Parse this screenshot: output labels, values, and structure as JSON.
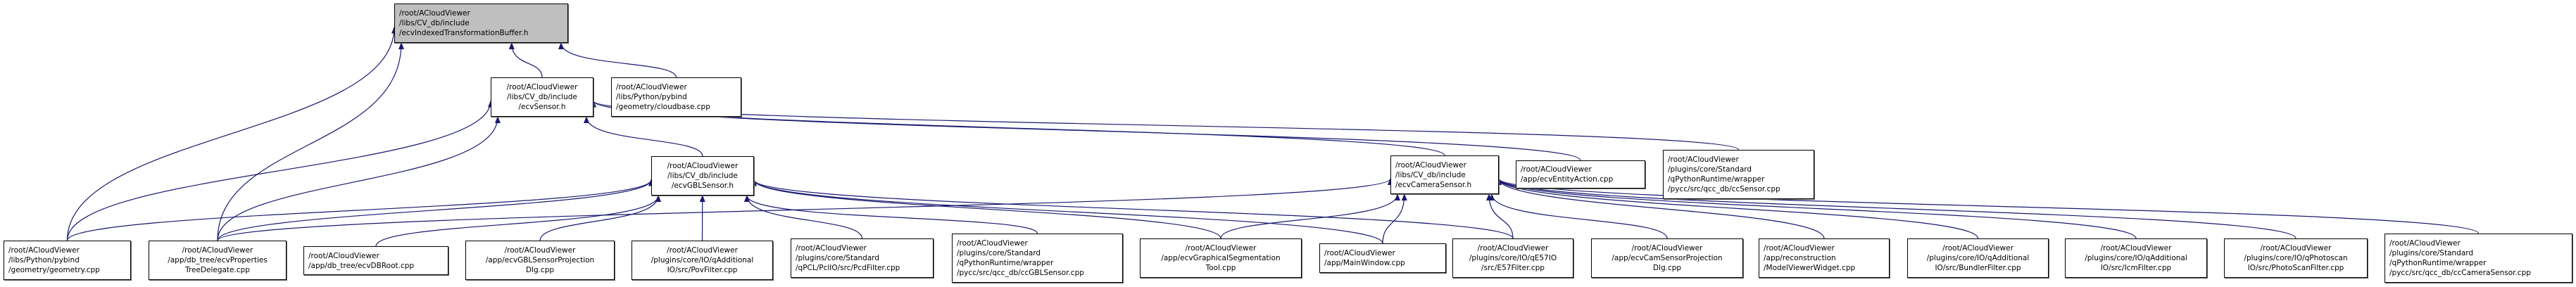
{
  "edge_color": "#191970",
  "root_fill": "#bfbfbf",
  "nodes": {
    "root": {
      "lines": [
        "/root/ACloudViewer",
        "/libs/CV_db/include",
        "/ecvIndexedTransformationBuffer.h"
      ],
      "highlight": true
    },
    "sensor": {
      "lines": [
        "/root/ACloudViewer",
        "/libs/CV_db/include",
        "/ecvSensor.h"
      ]
    },
    "cloudbase": {
      "lines": [
        "/root/ACloudViewer",
        "/libs/Python/pybind",
        "/geometry/cloudbase.cpp"
      ]
    },
    "gbl": {
      "lines": [
        "/root/ACloudViewer",
        "/libs/CV_db/include",
        "/ecvGBLSensor.h"
      ]
    },
    "camera": {
      "lines": [
        "/root/ACloudViewer",
        "/libs/CV_db/include",
        "/ecvCameraSensor.h"
      ]
    },
    "entityaction": {
      "lines": [
        "/root/ACloudViewer",
        "/app/ecvEntityAction.cpp"
      ]
    },
    "ccsensor": {
      "lines": [
        "/root/ACloudViewer",
        "/plugins/core/Standard",
        "/qPythonRuntime/wrapper",
        "/pycc/src/qcc_db/ccSensor.cpp"
      ]
    },
    "geometry": {
      "lines": [
        "/root/ACloudViewer",
        "/libs/Python/pybind",
        "/geometry/geometry.cpp"
      ]
    },
    "proptree": {
      "lines": [
        "/root/ACloudViewer",
        "/app/db_tree/ecvProperties",
        "TreeDelegate.cpp"
      ]
    },
    "dbroot": {
      "lines": [
        "/root/ACloudViewer",
        "/app/db_tree/ecvDBRoot.cpp"
      ]
    },
    "gblproj": {
      "lines": [
        "/root/ACloudViewer",
        "/app/ecvGBLSensorProjection",
        "Dlg.cpp"
      ]
    },
    "pov": {
      "lines": [
        "/root/ACloudViewer",
        "/plugins/core/IO/qAdditional",
        "IO/src/PovFilter.cpp"
      ]
    },
    "pcd": {
      "lines": [
        "/root/ACloudViewer",
        "/plugins/core/Standard",
        "/qPCL/PclIO/src/PcdFilter.cpp"
      ]
    },
    "ccgbl": {
      "lines": [
        "/root/ACloudViewer",
        "/plugins/core/Standard",
        "/qPythonRuntime/wrapper",
        "/pycc/src/qcc_db/ccGBLSensor.cpp"
      ]
    },
    "graphseg": {
      "lines": [
        "/root/ACloudViewer",
        "/app/ecvGraphicalSegmentation",
        "Tool.cpp"
      ]
    },
    "mainwindow": {
      "lines": [
        "/root/ACloudViewer",
        "/app/MainWindow.cpp"
      ]
    },
    "e57": {
      "lines": [
        "/root/ACloudViewer",
        "/plugins/core/IO/qE57IO",
        "/src/E57Filter.cpp"
      ]
    },
    "camproj": {
      "lines": [
        "/root/ACloudViewer",
        "/app/ecvCamSensorProjection",
        "Dlg.cpp"
      ]
    },
    "modelviewer": {
      "lines": [
        "/root/ACloudViewer",
        "/app/reconstruction",
        "/ModelViewerWidget.cpp"
      ]
    },
    "bundler": {
      "lines": [
        "/root/ACloudViewer",
        "/plugins/core/IO/qAdditional",
        "IO/src/BundlerFilter.cpp"
      ]
    },
    "icm": {
      "lines": [
        "/root/ACloudViewer",
        "/plugins/core/IO/qAdditional",
        "IO/src/IcmFilter.cpp"
      ]
    },
    "photoscan": {
      "lines": [
        "/root/ACloudViewer",
        "/plugins/core/IO/qPhotoscan",
        "IO/src/PhotoScanFilter.cpp"
      ]
    },
    "cccamera": {
      "lines": [
        "/root/ACloudViewer",
        "/plugins/core/Standard",
        "/qPythonRuntime/wrapper",
        "/pycc/src/qcc_db/ccCameraSensor.cpp"
      ]
    }
  },
  "edges": [
    [
      "sensor",
      "root"
    ],
    [
      "cloudbase",
      "root"
    ],
    [
      "geometry",
      "root"
    ],
    [
      "proptree",
      "root"
    ],
    [
      "gbl",
      "sensor"
    ],
    [
      "camera",
      "sensor"
    ],
    [
      "entityaction",
      "sensor"
    ],
    [
      "ccsensor",
      "sensor"
    ],
    [
      "geometry",
      "sensor"
    ],
    [
      "proptree",
      "sensor"
    ],
    [
      "geometry",
      "gbl"
    ],
    [
      "proptree",
      "gbl"
    ],
    [
      "dbroot",
      "gbl"
    ],
    [
      "gblproj",
      "gbl"
    ],
    [
      "pov",
      "gbl"
    ],
    [
      "pcd",
      "gbl"
    ],
    [
      "ccgbl",
      "gbl"
    ],
    [
      "graphseg",
      "gbl"
    ],
    [
      "mainwindow",
      "gbl"
    ],
    [
      "e57",
      "gbl"
    ],
    [
      "proptree",
      "camera"
    ],
    [
      "graphseg",
      "camera"
    ],
    [
      "mainwindow",
      "camera"
    ],
    [
      "e57",
      "camera"
    ],
    [
      "camproj",
      "camera"
    ],
    [
      "modelviewer",
      "camera"
    ],
    [
      "bundler",
      "camera"
    ],
    [
      "icm",
      "camera"
    ],
    [
      "photoscan",
      "camera"
    ],
    [
      "cccamera",
      "camera"
    ]
  ]
}
